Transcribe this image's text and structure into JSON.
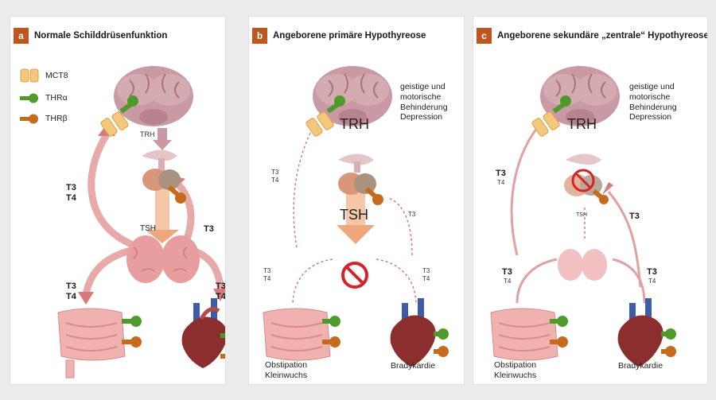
{
  "colors": {
    "accent": "#c0551e",
    "arrow": "#d9797a",
    "arrow_light": "#e8aaa9",
    "tsh_arrow": "#f0a77d",
    "brain": "#c99aa3",
    "thyroid": "#e89e9e",
    "thr_alpha": "#4e9a2a",
    "thr_beta": "#c66a1e",
    "mct8": "#f3c77c",
    "stop": "#d4242a"
  },
  "panels": [
    {
      "badge": "a",
      "title": "Normale Schilddrüsenfunktion",
      "legend": [
        {
          "label": "MCT8",
          "icon": "mct8-transporter-icon"
        },
        {
          "label": "THRα",
          "icon": "thr-alpha-receptor-icon"
        },
        {
          "label": "THRβ",
          "icon": "thr-beta-receptor-icon"
        }
      ],
      "trh": "TRH",
      "tsh": "TSH",
      "t3": "T3",
      "t4": "T4"
    },
    {
      "badge": "b",
      "title": "Angeborene primäre Hypothyreose",
      "brain_symptoms": [
        "geistige und",
        "motorische",
        "Behinderung",
        "Depression"
      ],
      "trh": "TRH",
      "tsh": "TSH",
      "t3": "T3",
      "t4": "T4",
      "gut_symptoms": [
        "Obstipation",
        "Kleinwuchs"
      ],
      "heart_symptom": "Bradykardie"
    },
    {
      "badge": "c",
      "title": "Angeborene sekundäre „zentrale“ Hypothyreose",
      "brain_symptoms": [
        "geistige und",
        "motorische",
        "Behinderung",
        "Depression"
      ],
      "trh": "TRH",
      "tsh": "TSH",
      "t3": "T3",
      "t4": "T4",
      "gut_symptoms": [
        "Obstipation",
        "Kleinwuchs"
      ],
      "heart_symptom": "Bradykardie"
    }
  ]
}
